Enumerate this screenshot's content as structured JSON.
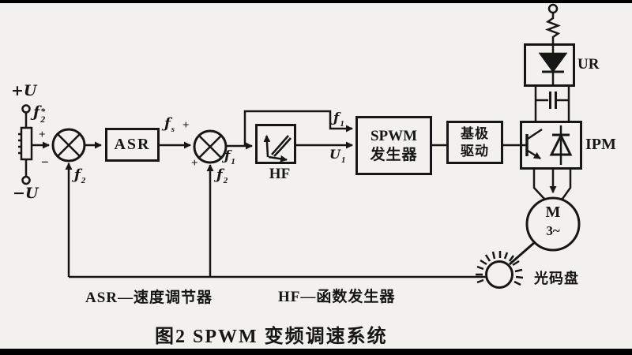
{
  "colors": {
    "ink": "#161616",
    "paper": "#f2f1ed",
    "edge_bar": "#000000"
  },
  "diagram": {
    "caption": "图2 SPWM 变频调速系统",
    "legend": [
      {
        "text": "ASR—速度调节器"
      },
      {
        "text": "HF—函数发生器"
      }
    ],
    "blocks": {
      "asr": "ASR",
      "hf": "HF",
      "spwm": [
        "SPWM",
        "发生器"
      ],
      "drive": [
        "基极",
        "驱动"
      ],
      "ur": "UR",
      "ipm": "IPM",
      "motor": [
        "M",
        "3~"
      ],
      "encoder": "光码盘"
    },
    "signals": {
      "plus_u": "+U",
      "minus_u": "−U",
      "f_ref": {
        "base": "ƒ",
        "sup": "*",
        "sub": "2"
      },
      "f_s": {
        "base": "ƒ",
        "sub": "s"
      },
      "f_1a": {
        "base": "ƒ",
        "sub": "1"
      },
      "f_1b": {
        "base": "ƒ",
        "sub": "1"
      },
      "u_1": {
        "base": "U",
        "sub": "1"
      },
      "f_2a": {
        "base": "ƒ",
        "sub": "2"
      },
      "f_2b": {
        "base": "ƒ",
        "sub": "2"
      },
      "sum1_plus": "+",
      "sum1_minus": "−",
      "sum2_plus_left": "+",
      "sum2_plus_bottom": "+"
    }
  }
}
